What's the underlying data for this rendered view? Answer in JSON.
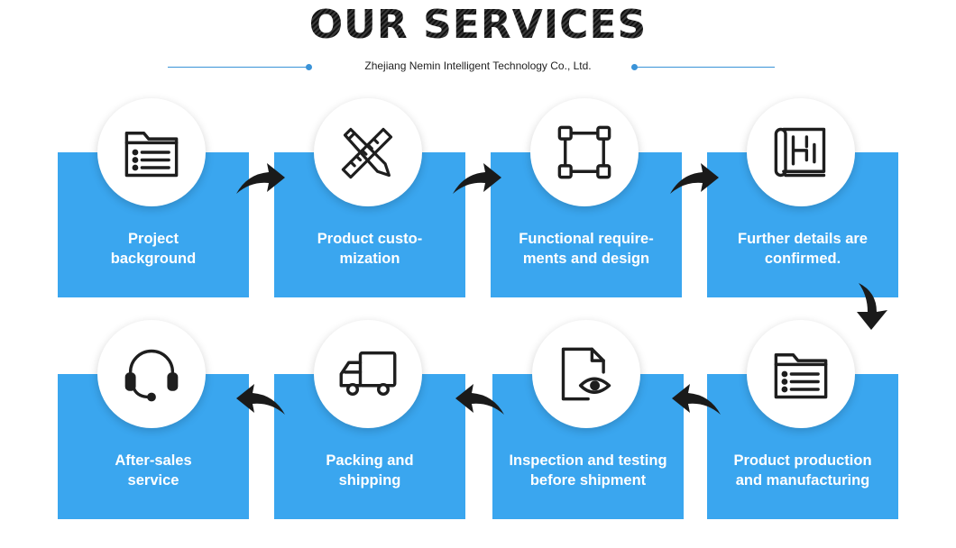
{
  "header": {
    "title": "OUR SERVICES",
    "subtitle": "Zhejiang Nemin Intelligent Technology Co., Ltd."
  },
  "colors": {
    "card": "#3aa6ef",
    "accent": "#3a93d8",
    "icon": "#1e1e1e"
  },
  "steps": [
    {
      "label": "Project\nbackground",
      "icon": "folder-list-icon"
    },
    {
      "label": "Product custo-\nmization",
      "icon": "pencil-ruler-icon"
    },
    {
      "label": "Functional require-\nments and design",
      "icon": "vector-frame-icon"
    },
    {
      "label": "Further details are\nconfirmed.",
      "icon": "blueprint-scroll-icon"
    },
    {
      "label": "Product production\nand manufacturing",
      "icon": "folder-list-icon"
    },
    {
      "label": "Inspection and testing\nbefore shipment",
      "icon": "document-eye-icon"
    },
    {
      "label": "Packing and\nshipping",
      "icon": "truck-icon"
    },
    {
      "label": "After-sales\nservice",
      "icon": "headset-icon"
    }
  ]
}
